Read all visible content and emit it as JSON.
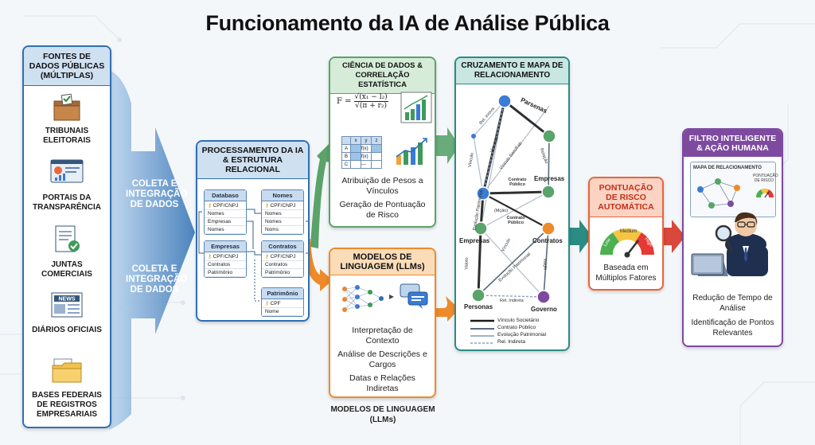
{
  "title": "Funcionamento da IA de Análise Pública",
  "sources": {
    "header": "FONTES DE DADOS PÚBLICAS (MÚLTIPLAS)",
    "items": [
      {
        "label": "TRIBUNAIS ELEITORAIS",
        "icon": "ballot-box-icon"
      },
      {
        "label": "PORTAIS DA TRANSPARÊNCIA",
        "icon": "dashboard-icon"
      },
      {
        "label": "JUNTAS COMERCIAIS",
        "icon": "document-icon"
      },
      {
        "label": "DIÁRIOS OFICIAIS",
        "icon": "newspaper-icon"
      },
      {
        "label": "BASES FEDERAIS DE REGISTROS EMPRESARIAIS",
        "icon": "folder-icon"
      }
    ]
  },
  "arrow_labels": {
    "top": "COLETA E INTEGRAÇÃO DE DADOS",
    "bottom": "COLETA E INTEGRAÇÃO DE DADOS"
  },
  "processing": {
    "header": "PROCESSAMENTO DA IA & ESTRUTURA RELACIONAL",
    "tables": {
      "database": {
        "title": "Databaso",
        "rows": [
          "CPF/CNPJ",
          "Nomes",
          "Empresas",
          "Nomes"
        ]
      },
      "nomes": {
        "title": "Nomes",
        "rows": [
          "CPF/CNPJ",
          "Nomes",
          "Nomes",
          "Noms"
        ]
      },
      "empresas": {
        "title": "Empresas",
        "rows": [
          "CPF/CNPJ",
          "Contratos",
          "Patrimônio"
        ]
      },
      "contratos": {
        "title": "Contratos",
        "rows": [
          "CPF/CNPJ",
          "Contratos",
          "Patrimônio"
        ]
      },
      "patrimonio": {
        "title": "Patrimônio",
        "rows": [
          "CPF",
          "Nome"
        ]
      }
    }
  },
  "data_science": {
    "header": "CIÊNCIA DE DADOS & CORRELAÇÃO ESTATÍSTICA",
    "formula_lhs": "F =",
    "formula_num": "√(x₁ − l₂)",
    "formula_den": "√(π + r₂)",
    "table_cols": [
      "x",
      "y",
      "z"
    ],
    "table_rows": [
      "A",
      "B",
      "C"
    ],
    "table_cells": [
      "f(x)",
      "f(x)",
      "---"
    ],
    "line1": "Atribuição de Pesos a Vínculos",
    "line2": "Geração de Pontuação de Risco"
  },
  "llm": {
    "header": "MODELOS DE LINGUAGEM (LLMs)",
    "lines": [
      "Interpretação de Contexto",
      "Análise de Descrições e Cargos",
      "Datas e Relações Indiretas"
    ],
    "footer": "MODELOS DE LINGUAGEM (LLMs)"
  },
  "graph": {
    "header": "CRUZAMENTO E MAPA DE RELACIONAMENTO",
    "nodes": {
      "top": "Parsenas",
      "empresas_right": "Empresas",
      "empresas_left": "Empresas",
      "contratos": "Contratos",
      "personas": "Personas",
      "governo": "Governo"
    },
    "edge_labels": [
      "Rel. inrova",
      "Vínculos",
      "Vínculo Sem/Fab",
      "Vínculo",
      "Relação",
      "Contrato Público",
      "Evolução Patrimonial",
      "(Mção)",
      "Contrato Público",
      "Vínculo",
      "Evolução Patrimonial",
      "Vaioto",
      "Rel. Indireta",
      "Vaigle",
      "Vínculo"
    ],
    "legend": [
      "Vínculo Societário",
      "Contrato Público",
      "Evolução Patrimonial",
      "Rel. Indireta"
    ]
  },
  "risk": {
    "header": "PONTUAÇÃO DE RISCO AUTOMÁTICA",
    "gauge": [
      "Low",
      "Medium",
      "High"
    ],
    "caption": "Baseada em Múltiplos Fatores"
  },
  "filter": {
    "header": "FILTRO INTELIGENTE & AÇÃO HUMANA",
    "screen_left": "MAPA DE RELACIONAMENTO",
    "screen_right": "PONTUAÇÃO DE RISCO",
    "line1": "Redução de Tempo de Análise",
    "line2": "Identificação de Pontos Relevantes"
  },
  "colors": {
    "blue": "#2f6fb3",
    "green": "#5aa36a",
    "orange": "#ee8a2a",
    "teal": "#2b8c84",
    "red": "#d9483b",
    "purple": "#7d4aa0"
  }
}
